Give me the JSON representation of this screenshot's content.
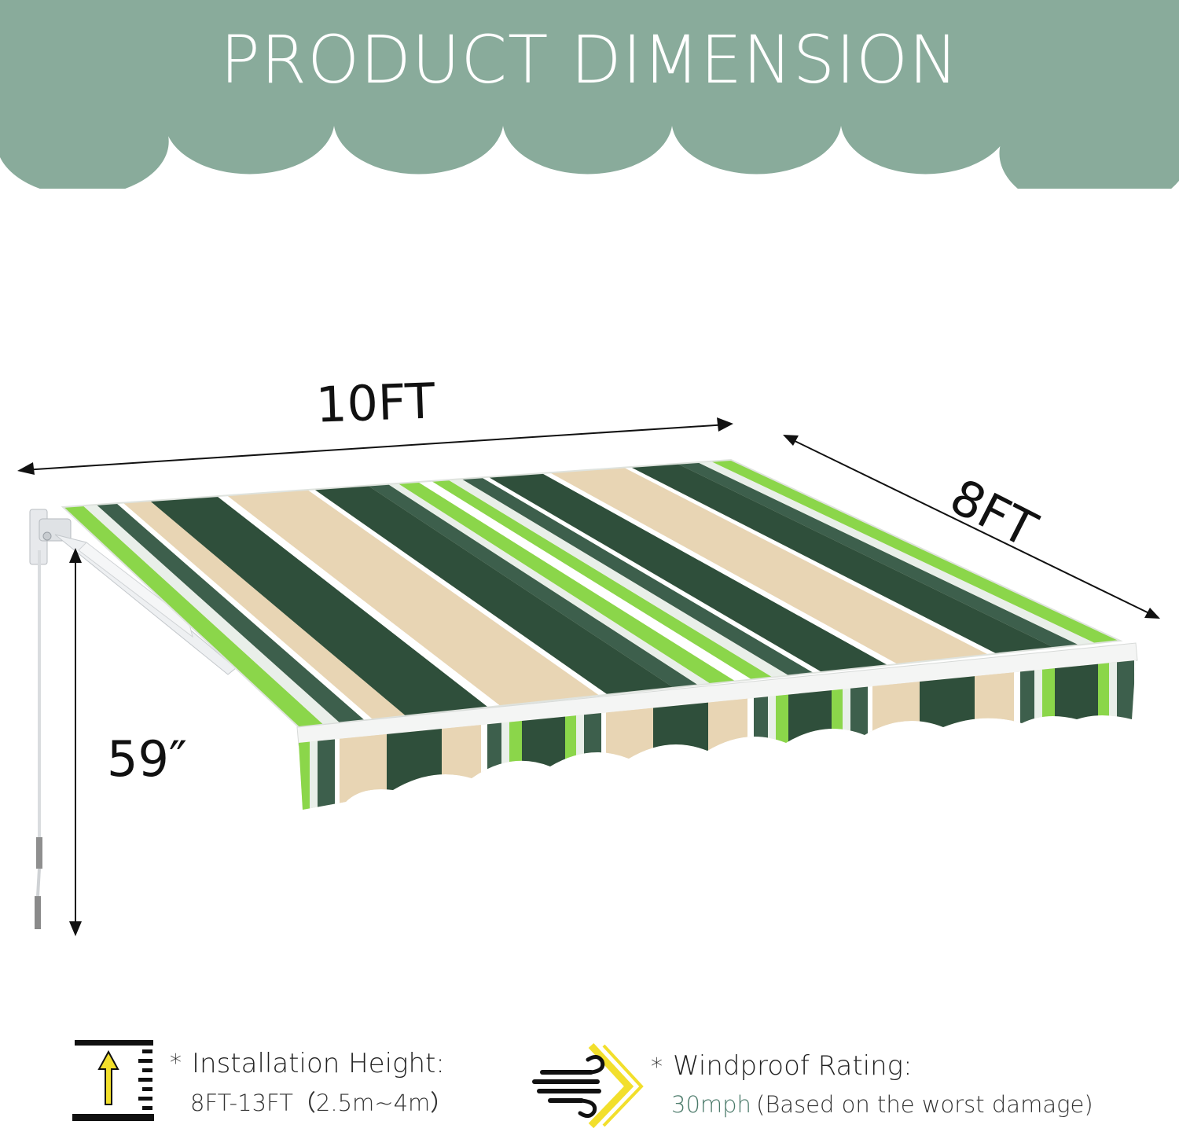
{
  "banner": {
    "title": "PRODUCT DIMENSION",
    "color": "#89ab9b"
  },
  "dimensions": {
    "width_label": "10FT",
    "depth_label": "8FT",
    "height_label": "59″"
  },
  "awning": {
    "stripe_colors": [
      "#8bd64a",
      "#e9efe9",
      "#3d5f4c",
      "#e8d5b4",
      "#2f4f3b",
      "#ffffff"
    ]
  },
  "features": {
    "installation": {
      "icon": "height-ruler-icon",
      "bullet": "*",
      "title": "Installation Height:",
      "value": "8FT-13FT（2.5m~4m）"
    },
    "windproof": {
      "icon": "wind-icon",
      "bullet": "*",
      "title": "Windproof Rating:",
      "value": "30mph",
      "note": "(Based on the worst damage)"
    }
  }
}
